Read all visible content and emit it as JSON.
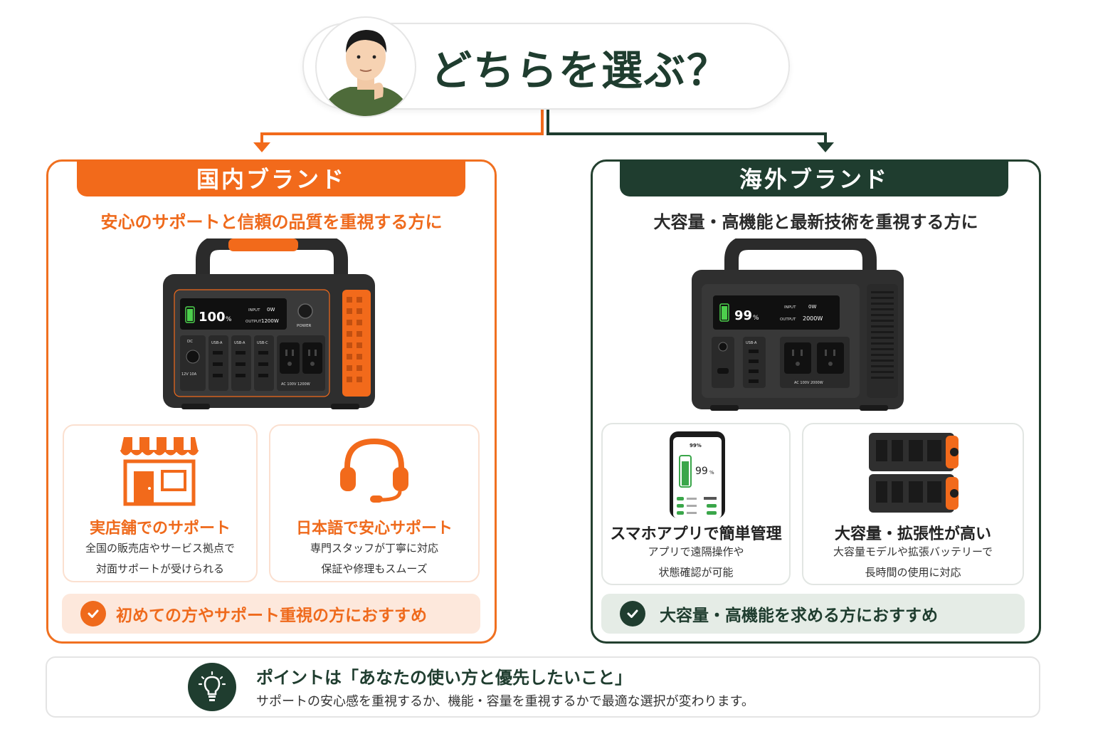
{
  "header": {
    "title": "どちらを選ぶ？"
  },
  "colors": {
    "orange": "#f26a1b",
    "dark_green": "#1f3d2f"
  },
  "left": {
    "tab": "国内ブランド",
    "subtitle": "安心のサポートと信頼の品質を重視する方に",
    "product": {
      "battery": "100",
      "battery_unit": "%",
      "input_label": "INPUT",
      "input_value": "0W",
      "output_label": "OUTPUT",
      "output_value": "1200W",
      "power_label": "POWER",
      "dc_label": "DC",
      "dc_spec": "12V 10A",
      "usb_a": "USB-A",
      "usb_a2": "USB-A",
      "usb_c": "USB-C",
      "ac_spec": "AC 100V 1200W"
    },
    "cards": [
      {
        "icon": "store-icon",
        "title": "実店舗でのサポート",
        "line1": "全国の販売店やサービス拠点で",
        "line2": "対面サポートが受けられる"
      },
      {
        "icon": "headset-icon",
        "title": "日本語で安心サポート",
        "line1": "専門スタッフが丁寧に対応",
        "line2": "保証や修理もスムーズ"
      }
    ],
    "recommend": "初めての方やサポート重視の方におすすめ"
  },
  "right": {
    "tab": "海外ブランド",
    "subtitle": "大容量・高機能と最新技術を重視する方に",
    "product": {
      "battery": "99",
      "battery_unit": "%",
      "input_label": "INPUT",
      "input_value": "0W",
      "output_label": "OUTPUT",
      "output_value": "2000W",
      "usb_a": "USB-A",
      "ac_spec": "AC 100V 2000W"
    },
    "phone": {
      "top_value": "99%",
      "big_value": "99",
      "big_unit": "%"
    },
    "cards": [
      {
        "icon": "smartphone-app-icon",
        "title": "スマホアプリで簡単管理",
        "line1": "アプリで遠隔操作や",
        "line2": "状態確認が可能"
      },
      {
        "icon": "stacked-batteries-icon",
        "title": "大容量・拡張性が高い",
        "line1": "大容量モデルや拡張バッテリーで",
        "line2": "長時間の使用に対応"
      }
    ],
    "recommend": "大容量・高機能を求める方におすすめ"
  },
  "point": {
    "icon": "lightbulb-icon",
    "title": "ポイントは「あなたの使い方と優先したいこと」",
    "desc": "サポートの安心感を重視するか、機能・容量を重視するかで最適な選択が変わります。"
  }
}
